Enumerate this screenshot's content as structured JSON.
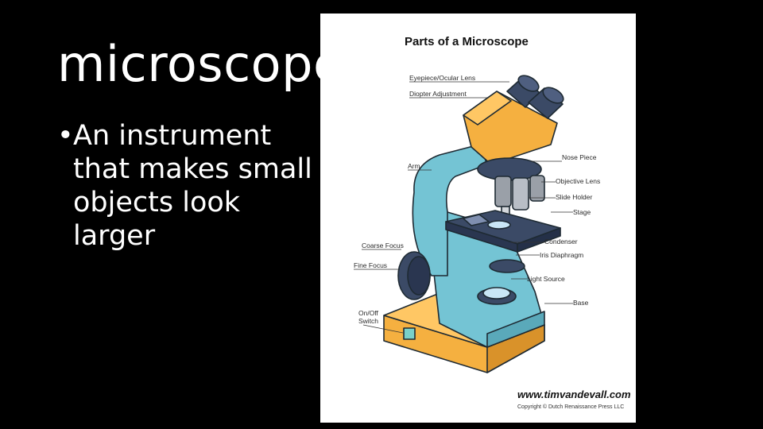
{
  "slide": {
    "title": "microscope",
    "bullet_symbol": "•",
    "bullet_text": "An instrument that makes small objects look larger"
  },
  "poster": {
    "title": "Parts of a Microscope",
    "labels": {
      "eyepiece": "Eyepiece/Ocular Lens",
      "diopter": "Diopter Adjustment",
      "nose_piece": "Nose Piece",
      "arm": "Arm",
      "objective": "Objective Lens",
      "slide_holder": "Slide Holder",
      "stage": "Stage",
      "coarse": "Coarse Focus",
      "condenser": "Condenser",
      "iris": "Iris Diaphragm",
      "fine": "Fine Focus",
      "light": "Light Source",
      "onoff_1": "On/Off",
      "onoff_2": "Switch",
      "base": "Base"
    },
    "website": "www.timvandevall.com",
    "copyright": "Copyright © Dutch Renaissance Press LLC"
  },
  "colors": {
    "background": "#000000",
    "body_blue": "#74c4d4",
    "body_orange": "#f5b040",
    "stage_navy": "#3b4a66",
    "lens_gray": "#9aa0a8"
  }
}
